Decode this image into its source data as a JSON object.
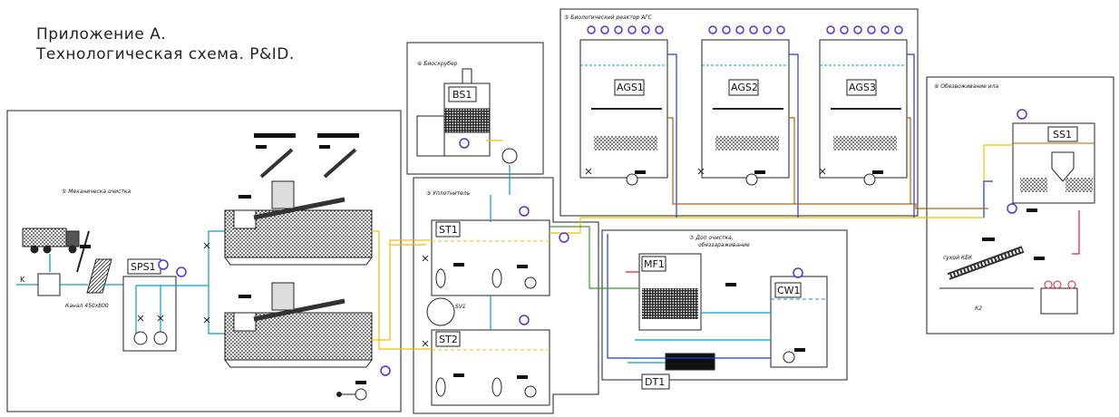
{
  "title": {
    "line1": "Приложение А.",
    "line2": "Технологическая схема. P&ID."
  },
  "sections": {
    "mech": "① Механическа очистка",
    "scrubber": "⑥ Биоскрубер",
    "thickener": "③ Уплотнитель",
    "reactor": "⑤ Биологический реактор АГС",
    "post1": "⑦ Доп очистка,",
    "post2": "обеззараживание",
    "dewater": "⑧ Обезвоживание ила"
  },
  "equipment": {
    "sps": "SPS1",
    "bs": "BS1",
    "st1": "ST1",
    "st2": "ST2",
    "sv": "SV1",
    "ags1": "AGS1",
    "ags2": "AGS2",
    "ags3": "AGS3",
    "mf": "MF1",
    "cw": "CW1",
    "dt": "DT1",
    "ss": "SS1"
  },
  "labels": {
    "inlet_k": "K",
    "channel": "Канал 450х800",
    "cake": "сухой КЕК",
    "bio_k": "К2"
  },
  "colors": {
    "line": "#222222",
    "water": "#00a0c8",
    "pipe_blue": "#1a3fd1",
    "pipe_yellow": "#f0c000",
    "pipe_orange": "#c06000",
    "pipe_green": "#30a020",
    "pipe_red": "#e02020",
    "instrument": "#5a2fd6",
    "magenta": "#d020d0"
  }
}
